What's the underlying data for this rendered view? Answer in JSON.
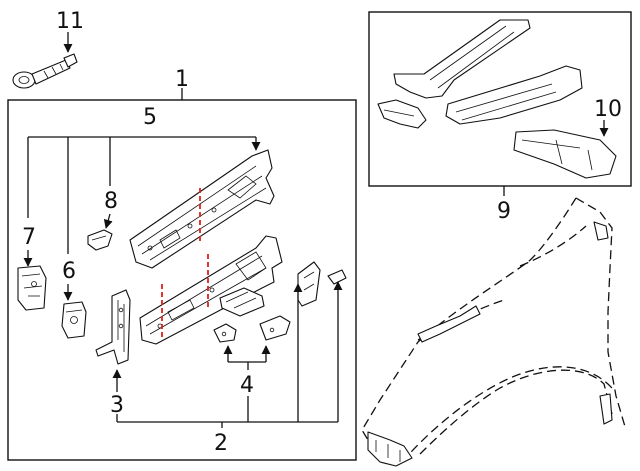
{
  "callouts": {
    "c1": "1",
    "c2": "2",
    "c3": "3",
    "c4": "4",
    "c5": "5",
    "c6": "6",
    "c7": "7",
    "c8": "8",
    "c9": "9",
    "c10": "10",
    "c11": "11"
  },
  "colors": {
    "line": "#111111",
    "cut_line": "#e0201c",
    "background": "#ffffff"
  }
}
